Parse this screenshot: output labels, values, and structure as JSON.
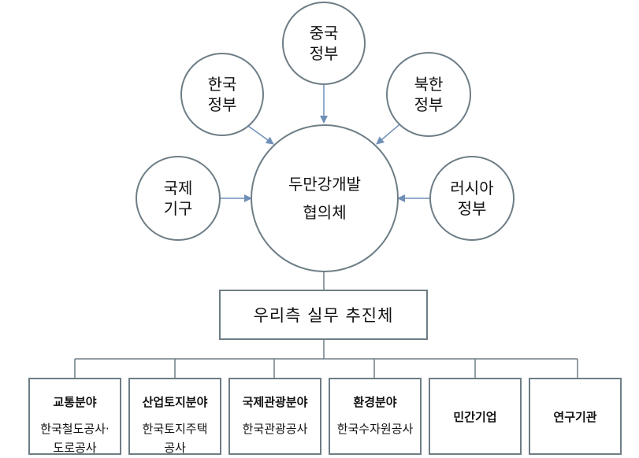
{
  "center": {
    "line1": "두만강개발",
    "line2": "협의체"
  },
  "satellites": {
    "china": {
      "line1": "중국",
      "line2": "정부"
    },
    "korea": {
      "line1": "한국",
      "line2": "정부"
    },
    "north": {
      "line1": "북한",
      "line2": "정부"
    },
    "intl": {
      "line1": "국제",
      "line2": "기구"
    },
    "russia": {
      "line1": "러시아",
      "line2": "정부"
    }
  },
  "main_box": {
    "label": "우리측 실무 추진체"
  },
  "sub_boxes": [
    {
      "title": "교통분야",
      "lines": [
        "한국철도공사·",
        "도로공사"
      ]
    },
    {
      "title": "산업토지분야",
      "lines": [
        "한국토지주택",
        "공사"
      ]
    },
    {
      "title": "국제관광분야",
      "lines": [
        "한국관광공사"
      ]
    },
    {
      "title": "환경분야",
      "lines": [
        "한국수자원공사"
      ]
    },
    {
      "title": "민간기업",
      "lines": []
    },
    {
      "title": "연구기관",
      "lines": []
    }
  ],
  "colors": {
    "stroke": "#6e7d86",
    "arrow": "#6f8fb8"
  }
}
